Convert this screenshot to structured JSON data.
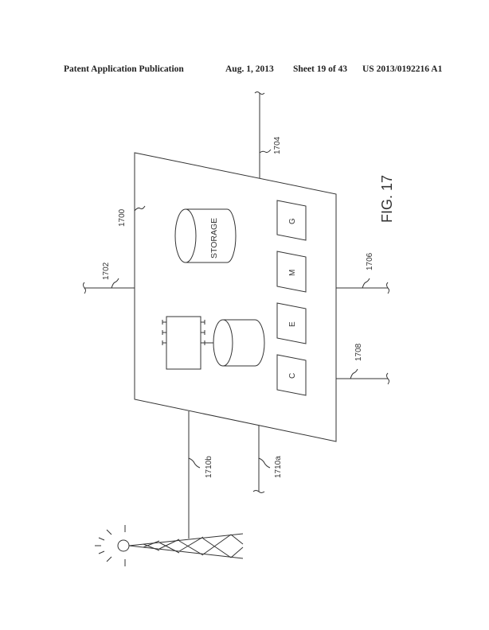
{
  "header": {
    "publication": "Patent Application Publication",
    "date": "Aug. 1, 2013",
    "sheet": "Sheet 19 of 43",
    "number": "US 2013/0192216 A1"
  },
  "figure": {
    "label": "FIG. 17",
    "refs": {
      "platform": "1700",
      "link_left": "1702",
      "link_top": "1704",
      "link_right": "1706",
      "link_right_lower": "1708",
      "link_bottom_a": "1710a",
      "link_bottom_b": "1710b"
    },
    "storage_label": "STORAGE",
    "modules": [
      "C",
      "E",
      "M",
      "G"
    ]
  }
}
